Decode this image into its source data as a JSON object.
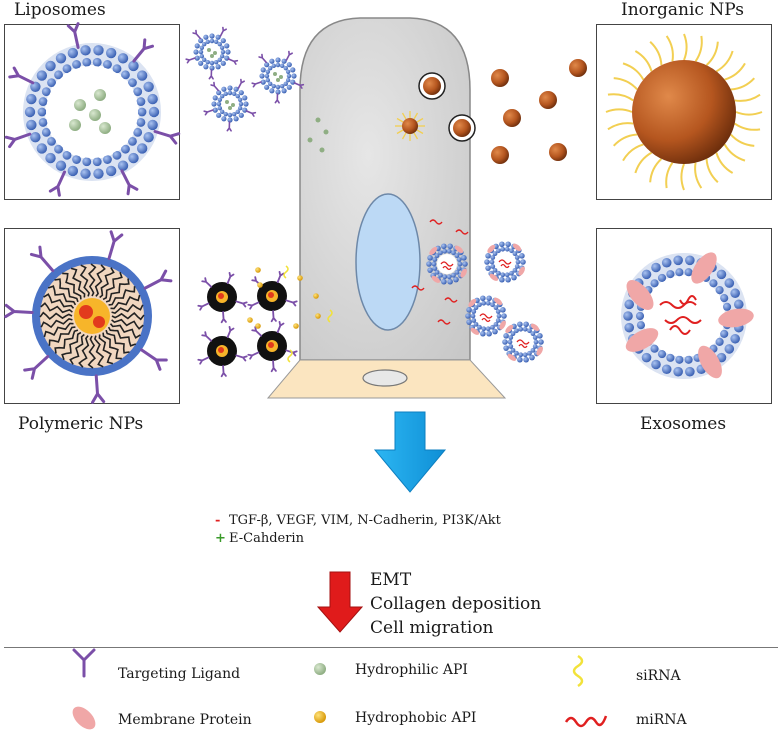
{
  "panels": {
    "liposomes": "Liposomes",
    "inorganic": "Inorganic NPs",
    "polymeric": "Polymeric NPs",
    "exosomes": "Exosomes"
  },
  "effects": {
    "down_sign": "-",
    "down_text": "TGF-β, VEGF, VIM, N-Cadherin, PI3K/Akt",
    "up_sign": "+",
    "up_text": "E-Cahderin"
  },
  "outcomes": [
    "EMT",
    "Collagen deposition",
    "Cell migration"
  ],
  "legend": {
    "targeting_ligand": "Targeting Ligand",
    "hydrophilic_api": "Hydrophilic API",
    "sirna": "siRNA",
    "membrane_protein": "Membrane Protein",
    "hydrophobic_api": "Hydrophobic API",
    "mirna": "miRNA"
  },
  "colors": {
    "lipid_head": "#4a73c6",
    "ligand": "#7b4fa8",
    "gold_np": "#b5561f",
    "cell": "#d9d9d9",
    "arrow_blue": "#1aa3e8",
    "arrow_red": "#e01b1b",
    "mirna": "#e02020",
    "sirna": "#f2e23a",
    "membrane_protein": "#f0a7a7"
  }
}
